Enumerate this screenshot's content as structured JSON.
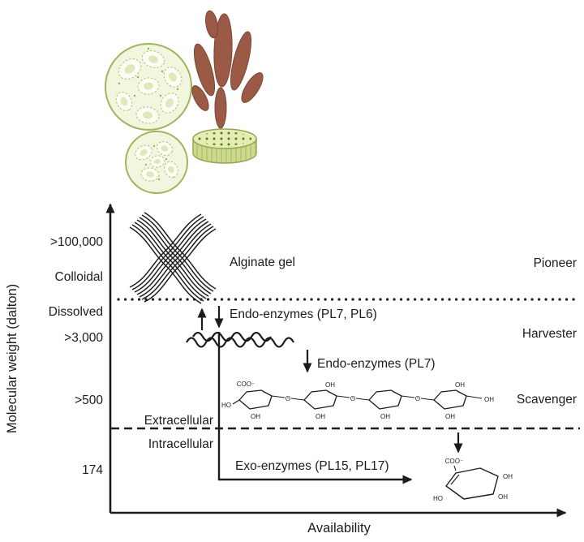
{
  "figure": {
    "axes": {
      "y_label": "Molecular weight (dalton)",
      "x_label": "Availability",
      "y_ticks": [
        ">100,000",
        "Colloidal",
        "Dissolved",
        ">3,000",
        ">500",
        "174"
      ]
    },
    "zones": {
      "pioneer": "Pioneer",
      "harvester": "Harvester",
      "scavenger": "Scavenger"
    },
    "compartments": {
      "extracellular": "Extracellular",
      "intracellular": "Intracellular"
    },
    "labels": {
      "alginate_gel": "Alginate gel",
      "endo_pl7_pl6": "Endo-enzymes (PL7, PL6)",
      "endo_pl7": "Endo-enzymes (PL7)",
      "exo_pl15_pl17": "Exo-enzymes (PL15, PL17)"
    },
    "chem": {
      "coo": "COO⁻",
      "oh": "OH",
      "ho": "HO",
      "o": "O"
    },
    "colors": {
      "ink": "#1c1c1c",
      "seaweed": "#9a5a46",
      "algae_fill": "#f3f6df",
      "algae_stroke": "#9db65c",
      "disc_top": "#e6edb2",
      "disc_side": "#cdd98c"
    }
  }
}
